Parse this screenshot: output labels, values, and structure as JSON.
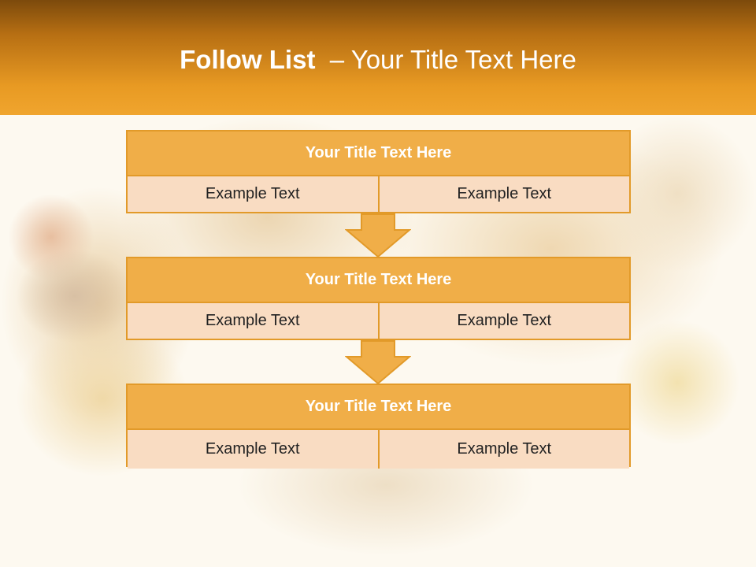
{
  "title": {
    "bold": "Follow List",
    "rest": "  – Your Title Text Here"
  },
  "steps": [
    {
      "title": "Your Title Text Here",
      "cells": [
        "Example Text",
        "Example Text"
      ]
    },
    {
      "title": "Your Title Text Here",
      "cells": [
        "Example Text",
        "Example Text"
      ]
    },
    {
      "title": "Your Title Text Here",
      "cells": [
        "Example Text",
        "Example Text"
      ]
    }
  ],
  "colors": {
    "header_dark": "#7c4a0c",
    "header_light": "#f0a52e",
    "block_title": "#f0ae48",
    "block_border": "#e29a29",
    "cell_fill": "#f9dcc2",
    "arrow": "#f0ae48",
    "background": "#fdf9f0"
  },
  "icons": {
    "connector": "down-arrow-icon",
    "background_image": "bread-pasta-grain-photo"
  }
}
